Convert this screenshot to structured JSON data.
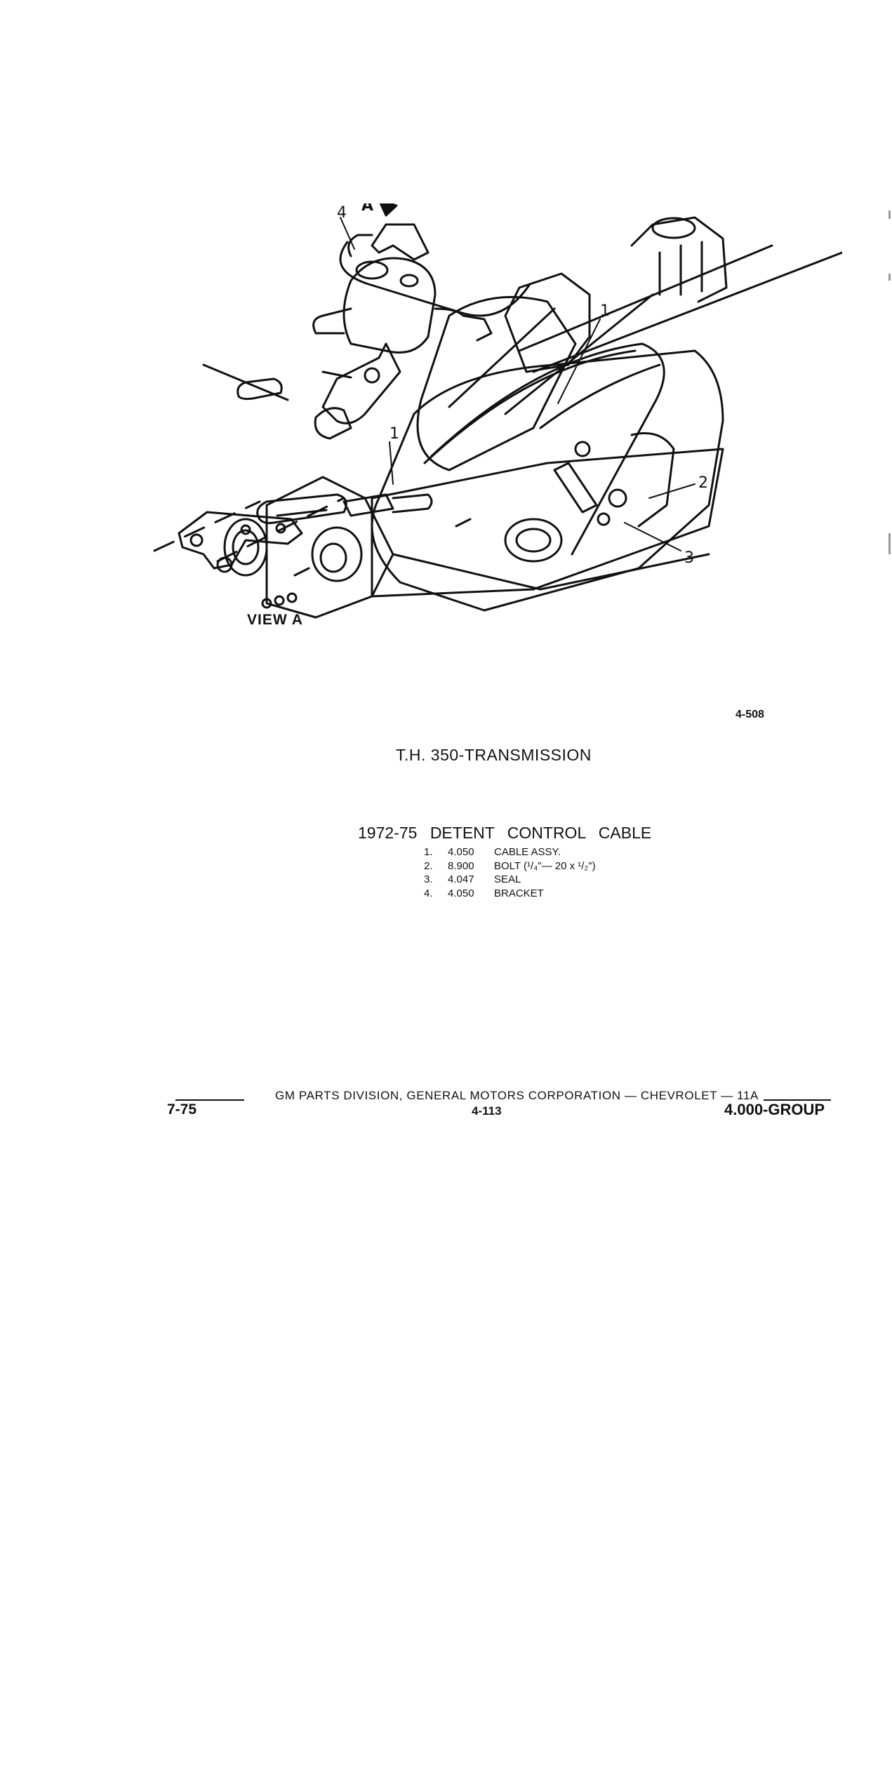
{
  "figure": {
    "view_label": "VIEW A",
    "figure_code": "4-508",
    "arrow_label": "A",
    "callouts": [
      "1",
      "2",
      "3",
      "4"
    ],
    "title": "T.H. 350-TRANSMISSION"
  },
  "section": {
    "years": "1972-75",
    "title": "DETENT CONTROL CABLE",
    "parts": [
      {
        "num": "1.",
        "code": "4.050",
        "desc": "CABLE ASSY."
      },
      {
        "num": "2.",
        "code": "8.900",
        "desc": "BOLT (¹/₄\"— 20 x ¹/₂\")"
      },
      {
        "num": "3.",
        "code": "4.047",
        "desc": "SEAL"
      },
      {
        "num": "4.",
        "code": "4.050",
        "desc": "BRACKET"
      }
    ]
  },
  "footer": {
    "date": "7-75",
    "publisher": "GM PARTS DIVISION, GENERAL MOTORS CORPORATION — CHEVROLET — 11A",
    "page": "4-113",
    "group": "4.000-GROUP"
  }
}
